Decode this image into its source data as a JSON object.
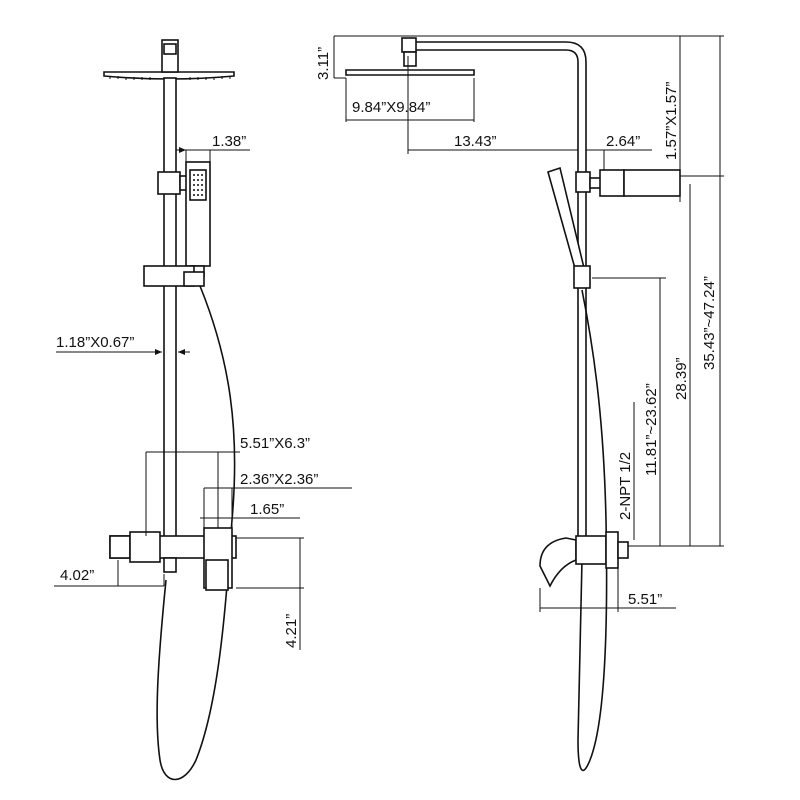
{
  "labels": {
    "height_top_arm": "3.11”",
    "head_size": "9.84”X9.84”",
    "arm_reach": "13.43”",
    "holder_width": "1.38”",
    "diverter_offset": "2.64”",
    "bracket_size": "1.57”X1.57”",
    "slide_bar_section": "1.18”X0.67”",
    "mixer_body": "5.51”X6.3”",
    "flange_size": "2.36”X2.36”",
    "flange_depth": "1.65”",
    "spout_length": "4.02”",
    "mixer_height": "4.21”",
    "mixer_projection": "5.51”",
    "npt": "2-NPT 1/2",
    "holder_range": "11.81”~23.62”",
    "holder_height": "28.39”",
    "total_height": "35.43”~47.24”"
  }
}
